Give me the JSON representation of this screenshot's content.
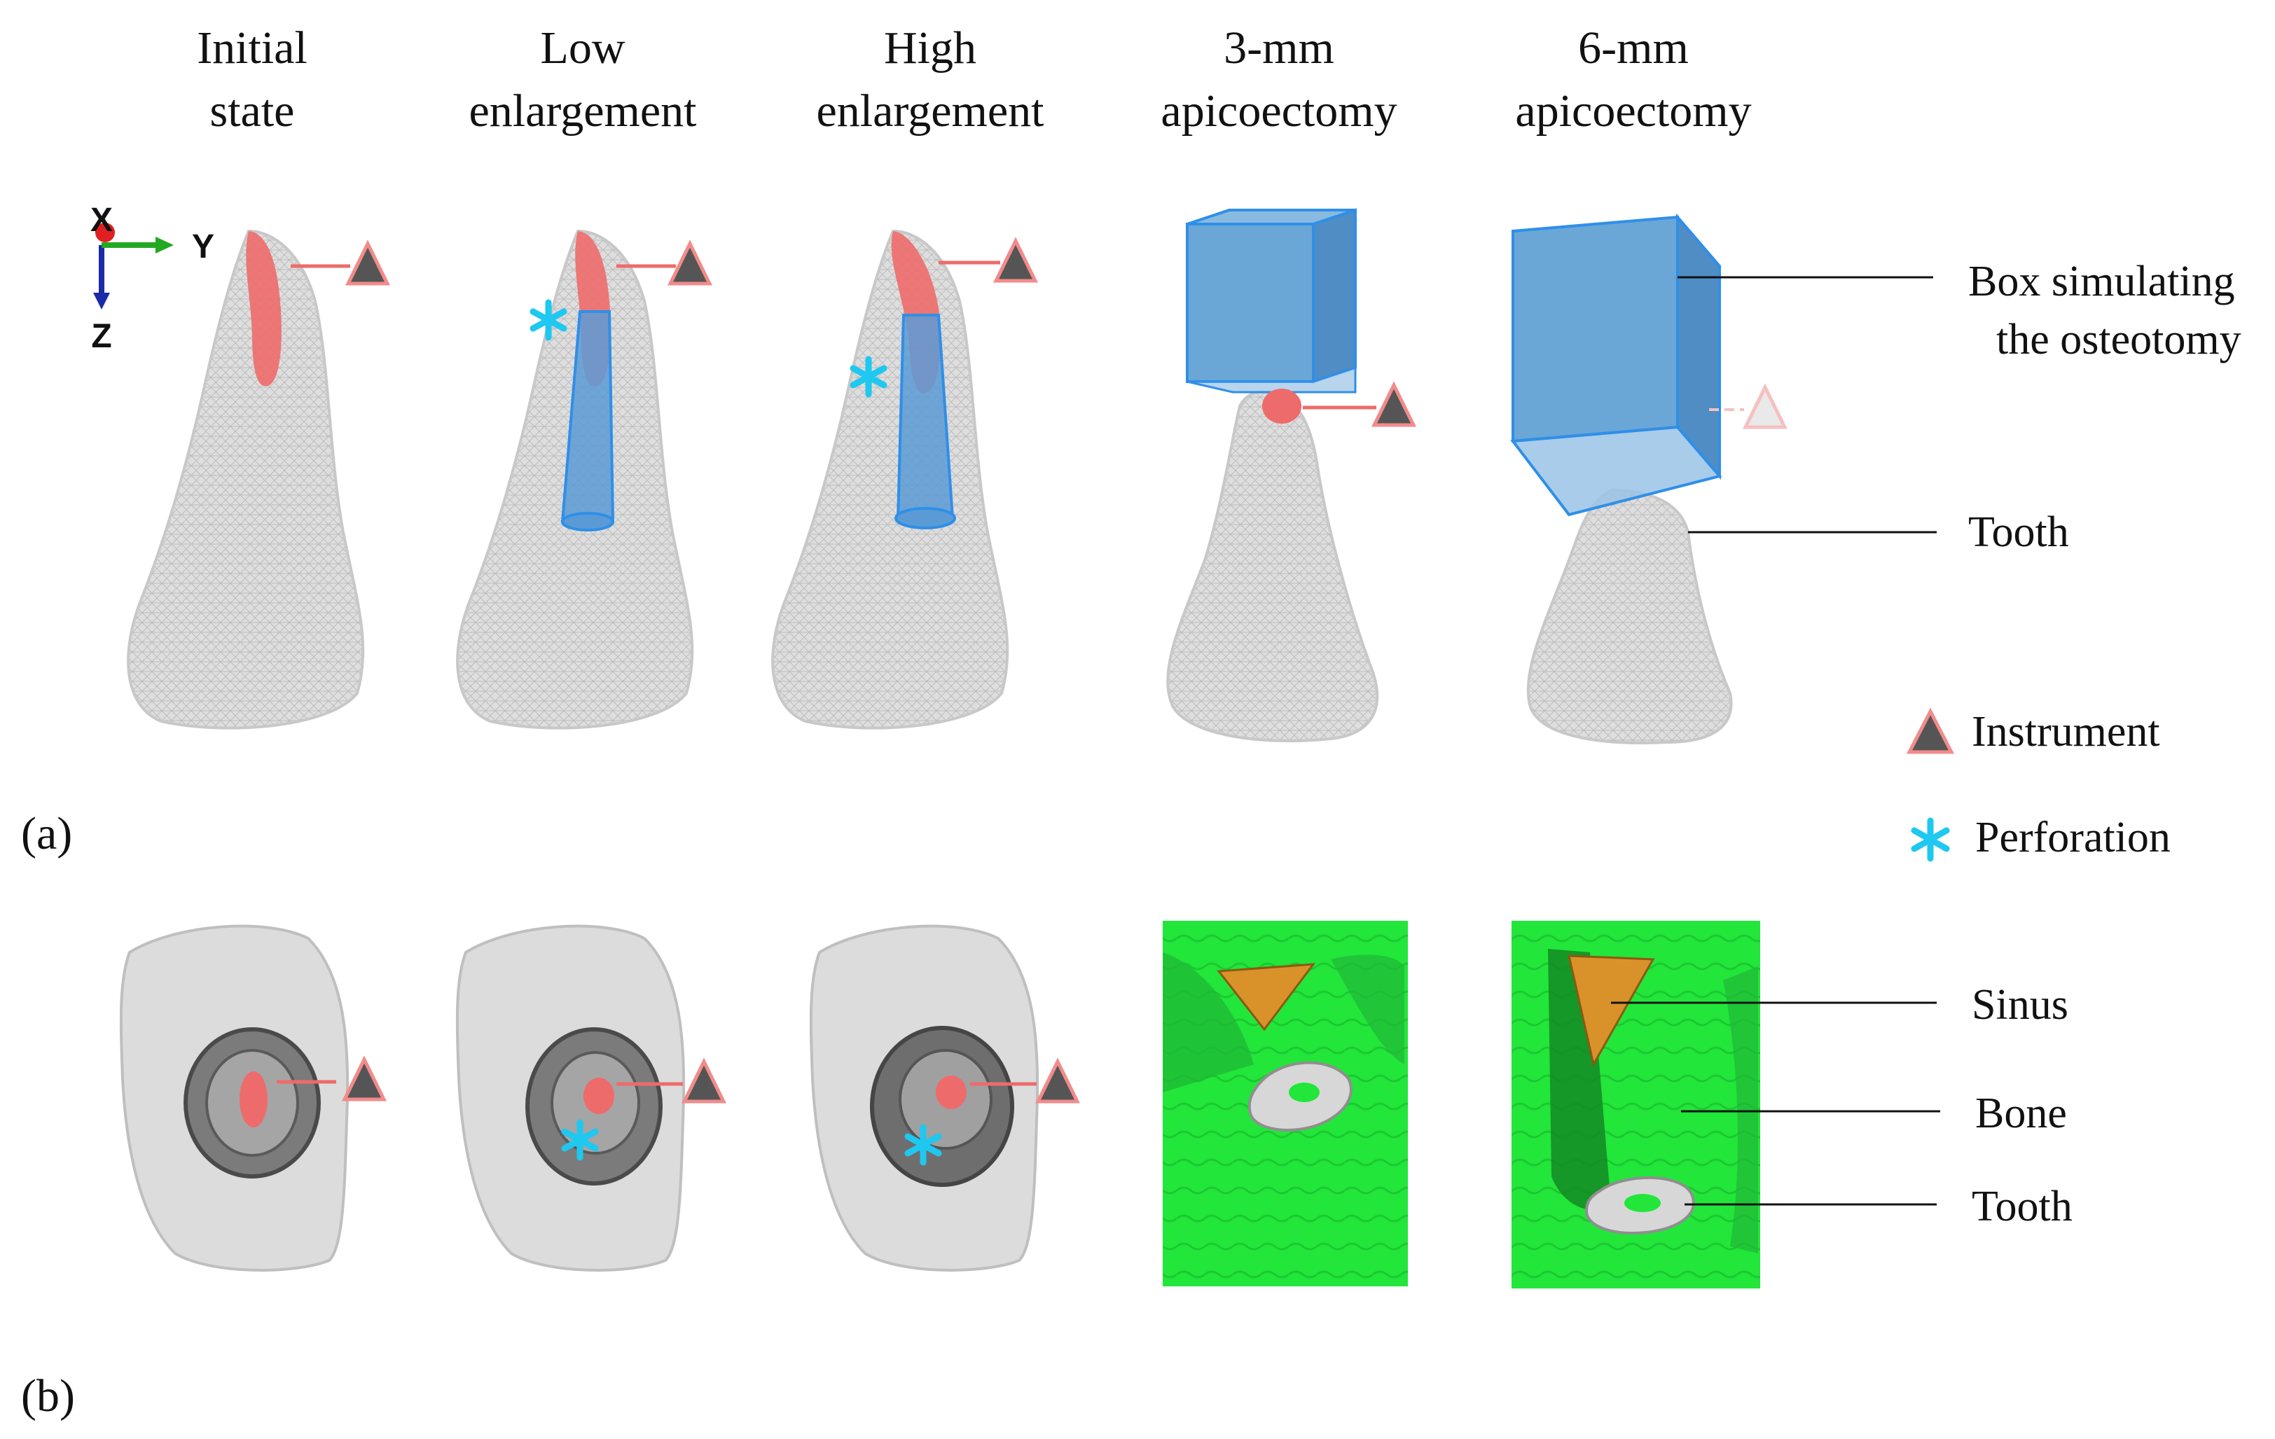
{
  "columns": [
    {
      "line1": "Initial",
      "line2": "state"
    },
    {
      "line1": "Low",
      "line2": "enlargement"
    },
    {
      "line1": "High",
      "line2": "enlargement"
    },
    {
      "line1": "3-mm",
      "line2": "apicoectomy"
    },
    {
      "line1": "6-mm",
      "line2": "apicoectomy"
    }
  ],
  "axes": {
    "x": "X",
    "y": "Y",
    "z": "Z"
  },
  "panel_a": {
    "label": "(a)",
    "callouts": {
      "box_line1": "Box simulating",
      "box_line2": "the osteotomy",
      "tooth": "Tooth"
    }
  },
  "legend": {
    "instrument": "Instrument",
    "perforation": "Perforation"
  },
  "panel_b": {
    "label": "(b)",
    "callouts": {
      "sinus": "Sinus",
      "bone": "Bone",
      "tooth": "Tooth"
    }
  },
  "colors": {
    "instrument_fill": "#555555",
    "instrument_stroke": "#f28b8b",
    "instrument_body": "#ee6b6b",
    "perforation": "#1ec8f0",
    "box_fill": "#5b9bd5",
    "box_stroke": "#2f8fe8",
    "tooth_mesh": "#d4d4d4",
    "bone_green": "#1fe63c",
    "sinus_orange": "#d9922a"
  }
}
